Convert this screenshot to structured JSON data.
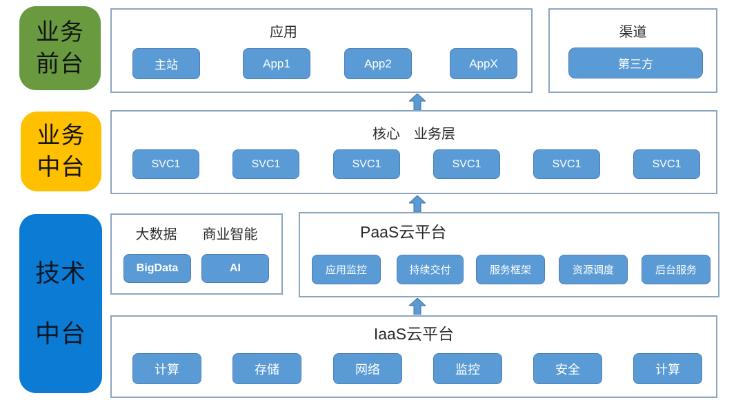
{
  "colors": {
    "front_label_bg": "#6A9A3F",
    "middle_label_bg": "#FFC000",
    "tech_label_bg": "#0C7BD3",
    "chip_bg": "#5B9BD5",
    "chip_border": "#4A7EBB",
    "box_border": "#8CA5BE",
    "arrow_fill": "#5B9BD5"
  },
  "side_labels": {
    "front": {
      "line1": "业务",
      "line2": "前台"
    },
    "middle": {
      "line1": "业务",
      "line2": "中台"
    },
    "tech": {
      "line1": "技术",
      "line2": "中台"
    }
  },
  "app_section": {
    "title": "应用",
    "buttons": [
      "主站",
      "App1",
      "App2",
      "AppX"
    ]
  },
  "channel_section": {
    "title": "渠道",
    "button": "第三方"
  },
  "core_section": {
    "title": "核心　业务层",
    "buttons": [
      "SVC1",
      "SVC1",
      "SVC1",
      "SVC1",
      "SVC1",
      "SVC1"
    ]
  },
  "bigdata_section": {
    "title_left": "大数据",
    "title_right": "商业智能",
    "buttons": [
      "BigData",
      "AI"
    ]
  },
  "paas_section": {
    "title": "PaaS云平台",
    "buttons": [
      "应用监控",
      "持续交付",
      "服务框架",
      "资源调度",
      "后台服务"
    ]
  },
  "iaas_section": {
    "title": "IaaS云平台",
    "buttons": [
      "计算",
      "存储",
      "网络",
      "监控",
      "安全",
      "计算"
    ]
  }
}
